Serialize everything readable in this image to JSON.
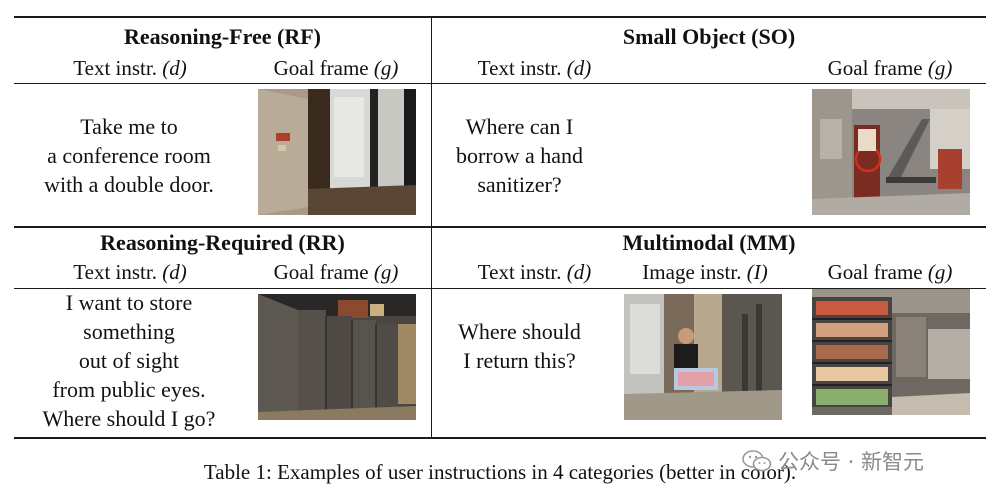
{
  "sections": {
    "rf": {
      "title": "Reasoning-Free (RF)",
      "text_col": "Text instr. ",
      "text_var": "(d)",
      "goal_col": "Goal frame ",
      "goal_var": "(g)",
      "lines": [
        "Take me to",
        "a conference room",
        "with a double door."
      ]
    },
    "so": {
      "title": "Small Object (SO)",
      "text_col": "Text instr. ",
      "text_var": "(d)",
      "goal_col": "Goal frame ",
      "goal_var": "(g)",
      "lines": [
        "Where can I",
        "borrow a hand",
        "sanitizer?"
      ]
    },
    "rr": {
      "title": "Reasoning-Required (RR)",
      "text_col": "Text instr. ",
      "text_var": "(d)",
      "goal_col": "Goal frame ",
      "goal_var": "(g)",
      "lines": [
        "I want to store",
        "something",
        "out of sight",
        "from public eyes.",
        "Where should I go?"
      ]
    },
    "mm": {
      "title": "Multimodal (MM)",
      "text_col": "Text instr. ",
      "text_var": "(d)",
      "image_col": "Image instr. ",
      "image_var": "(I)",
      "goal_col": "Goal frame ",
      "goal_var": "(g)",
      "lines": [
        "Where should",
        "I return this?"
      ]
    }
  },
  "caption": "Table 1: Examples of user instructions in 4 categories (better in color).",
  "watermark": "公众号 · 新智元",
  "icons": {
    "watermark_logo": "wechat-logo-icon"
  }
}
